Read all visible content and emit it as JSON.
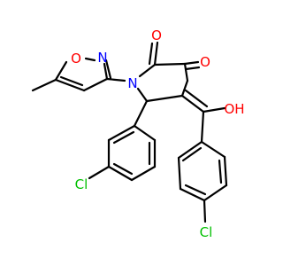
{
  "molecule": {
    "atom_labels": {
      "o_isoxazole": "O",
      "n_isoxazole": "N",
      "n_pyrrole": "N",
      "o_c2": "O",
      "o_c3": "O",
      "oh": "OH",
      "cl_meta": "Cl",
      "cl_para": "Cl"
    },
    "colors": {
      "bond": "#000000",
      "oxygen": "#ff0000",
      "nitrogen": "#0000ff",
      "chlorine": "#00c000"
    }
  }
}
